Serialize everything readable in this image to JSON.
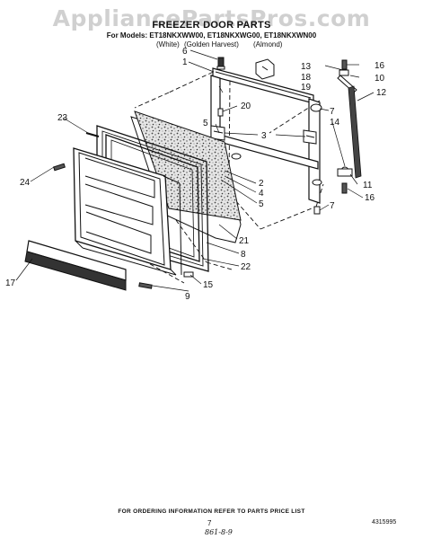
{
  "watermark": "AppliancePartsPros.com",
  "header": {
    "title": "FREEZER DOOR PARTS",
    "models_line": "For Models: ET18NKXWW00, ET18NKXWG00, ET18NKXWN00",
    "colors": [
      "(White)",
      "(Golden Harvest)",
      "(Almond)"
    ]
  },
  "callouts": [
    "1",
    "2",
    "3",
    "4",
    "5",
    "6",
    "7",
    "8",
    "9",
    "10",
    "11",
    "12",
    "13",
    "14",
    "15",
    "16",
    "17",
    "18",
    "19",
    "20",
    "21",
    "22",
    "23",
    "24"
  ],
  "footer": {
    "note": "FOR ORDERING INFORMATION REFER TO PARTS PRICE LIST",
    "page": "7",
    "part_number": "4315995",
    "handwritten": "861-8-9"
  }
}
